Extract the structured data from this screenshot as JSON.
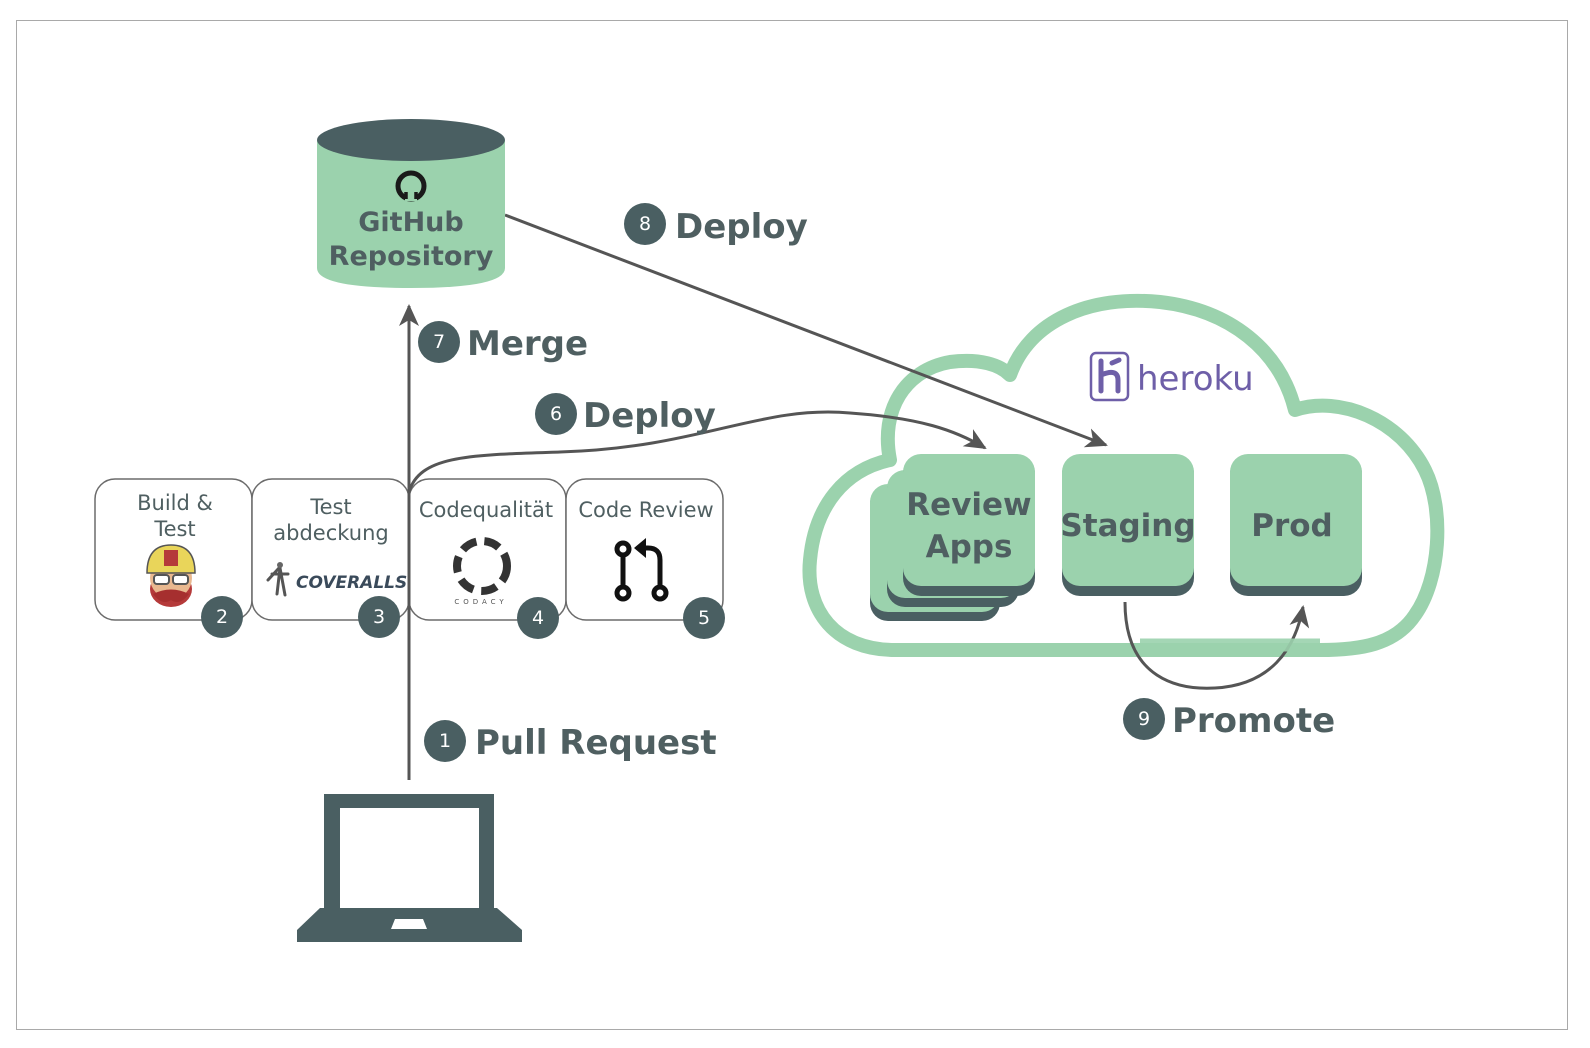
{
  "colors": {
    "dark": "#4a5f62",
    "green": "#9bd2ad",
    "green_stroke": "#8fcba2",
    "arrow": "#555555",
    "heroku_purple": "#6e5fa8",
    "text": "#4f5f61"
  },
  "repository": {
    "icon": "github-octocat-icon",
    "line1": "GitHub",
    "line2": "Repository"
  },
  "steps": [
    {
      "number": "1",
      "label": "Pull Request"
    },
    {
      "number": "6",
      "label": "Deploy"
    },
    {
      "number": "7",
      "label": "Merge"
    },
    {
      "number": "8",
      "label": "Deploy"
    },
    {
      "number": "9",
      "label": "Promote"
    }
  ],
  "checks": [
    {
      "number": "2",
      "title_line1": "Build &",
      "title_line2": "Test",
      "icon": "travis-ci-mascot-icon"
    },
    {
      "number": "3",
      "title_line1": "Test",
      "title_line2": "abdeckung",
      "icon": "coveralls-logo-icon",
      "logo_text": "COVERALLS"
    },
    {
      "number": "4",
      "title_line1": "Codequalität",
      "title_line2": "",
      "icon": "codacy-logo-icon",
      "logo_text": "CODACY"
    },
    {
      "number": "5",
      "title_line1": "Code Review",
      "title_line2": "",
      "icon": "pull-request-icon"
    }
  ],
  "heroku": {
    "logo_text": "heroku",
    "environments": [
      {
        "line1": "Review",
        "line2": "Apps"
      },
      {
        "line1": "Staging",
        "line2": ""
      },
      {
        "line1": "Prod",
        "line2": ""
      }
    ]
  },
  "client": {
    "icon": "laptop-icon"
  }
}
